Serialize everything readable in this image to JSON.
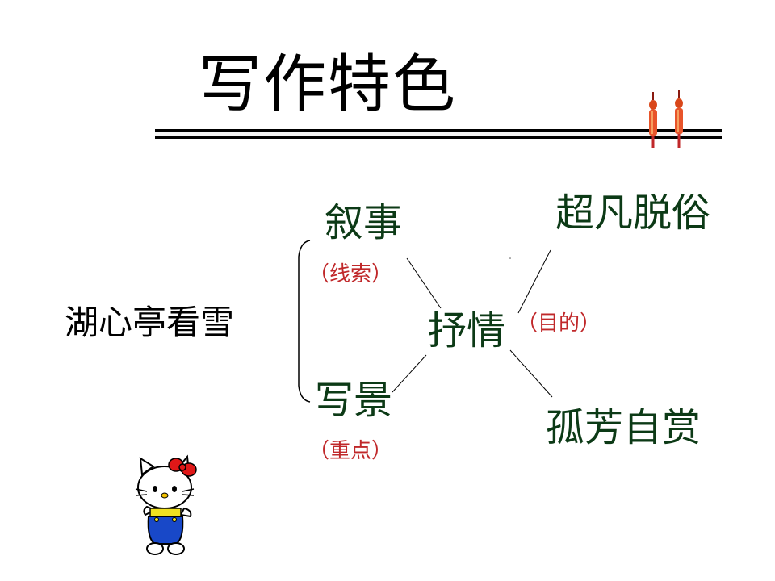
{
  "title": "写作特色",
  "diagram": {
    "main_topic": "湖心亭看雪",
    "narrative": {
      "label": "叙事",
      "note": "（线索）"
    },
    "scenery": {
      "label": "写景",
      "note": "（重点）"
    },
    "emotion": {
      "label": "抒情",
      "note": "（目的）"
    },
    "outcome_top": "超凡脱俗",
    "outcome_bottom": "孤芳自赏"
  },
  "colors": {
    "title": "#000000",
    "node_text": "#0c3a16",
    "note_text": "#c0282a",
    "connector": "#000000"
  },
  "icons": [
    "firecracker-icon",
    "hello-kitty-figure"
  ]
}
